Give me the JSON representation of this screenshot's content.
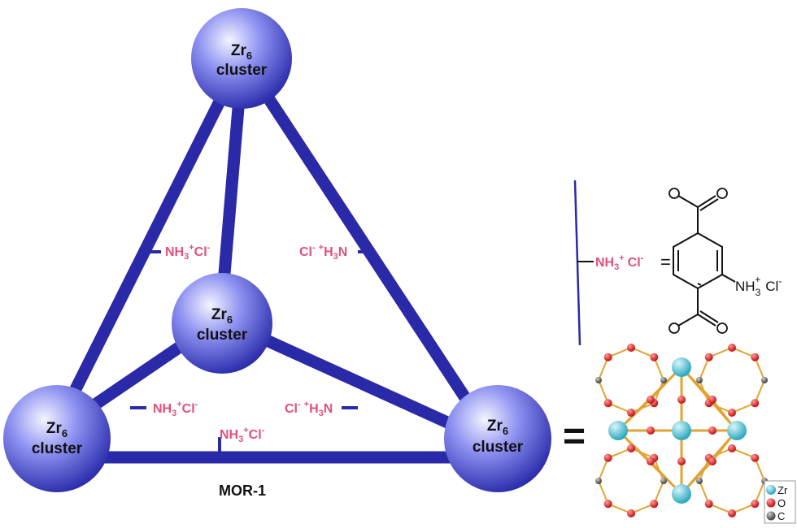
{
  "cluster": {
    "main": "Zr",
    "sub": "6",
    "word": "cluster"
  },
  "ligand_label": {
    "nh3": "NH",
    "three": "3",
    "plus": "+",
    "cl": "Cl",
    "minus": "-",
    "h3n": "H",
    "n": "N"
  },
  "title": "MOR-1",
  "equals": "=",
  "molecule": {
    "nh3": "NH",
    "three": "3",
    "plus": "+",
    "cl": "Cl",
    "minus": "-"
  },
  "legend": {
    "zr": "Zr",
    "o": "O",
    "c": "C"
  },
  "colors": {
    "edge": "#2a2aa8",
    "sphere_light": "#f2f3ff",
    "sphere_mid": "#8b8ff0",
    "sphere_dark": "#2f31b0",
    "ligand": "#e0507a",
    "zr": "#43c6d8",
    "o": "#e21b1b",
    "c": "#555555",
    "bond": "#e3a330"
  }
}
